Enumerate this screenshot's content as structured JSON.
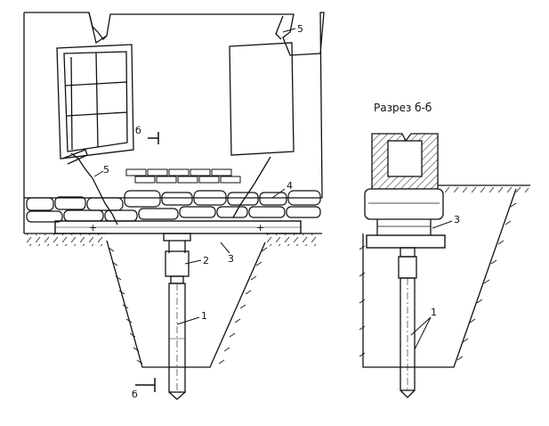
{
  "section_title": "Разрез б-б",
  "cut_marks": {
    "top": "б",
    "bottom": "б"
  },
  "callouts": {
    "pile": "1",
    "jack": "2",
    "beam": "3",
    "foundation": "4",
    "crack": "5"
  },
  "beam_marks": [
    "+",
    "+"
  ]
}
